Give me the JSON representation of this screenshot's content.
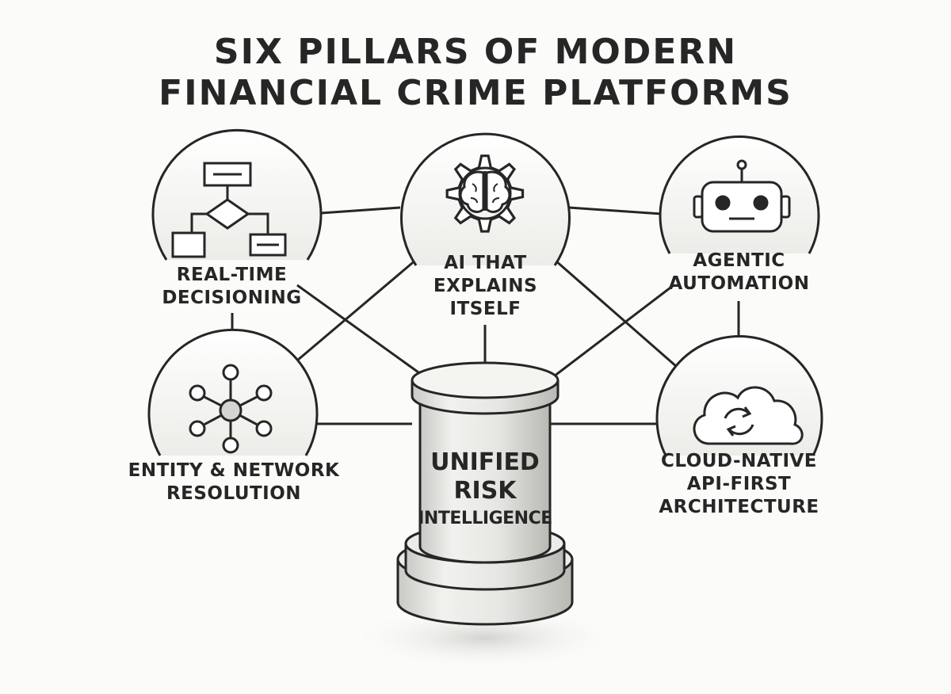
{
  "title": {
    "line1": "SIX PILLARS OF MODERN",
    "line2": "FINANCIAL CRIME PLATFORMS"
  },
  "pillars": [
    {
      "id": "realtime",
      "icon": "flowchart-icon",
      "lines": [
        "REAL-TIME",
        "DECISIONING"
      ]
    },
    {
      "id": "ai",
      "icon": "brain-gear-icon",
      "lines": [
        "AI THAT",
        "EXPLAINS",
        "ITSELF"
      ]
    },
    {
      "id": "agentic",
      "icon": "robot-icon",
      "lines": [
        "AGENTIC",
        "AUTOMATION"
      ]
    },
    {
      "id": "entity",
      "icon": "network-icon",
      "lines": [
        "ENTITY & NETWORK",
        "RESOLUTION"
      ]
    },
    {
      "id": "cloud",
      "icon": "cloud-sync-icon",
      "lines": [
        "CLOUD-NATIVE",
        "API-FIRST",
        "ARCHITECTURE"
      ]
    }
  ],
  "hub": {
    "icon": "pillar-column-icon",
    "lines": [
      "UNIFIED",
      "RISK",
      "INTELLIGENCE"
    ]
  },
  "colors": {
    "ink": "#262626",
    "background": "#fbfbf9",
    "shade": "#d9d9d6"
  }
}
